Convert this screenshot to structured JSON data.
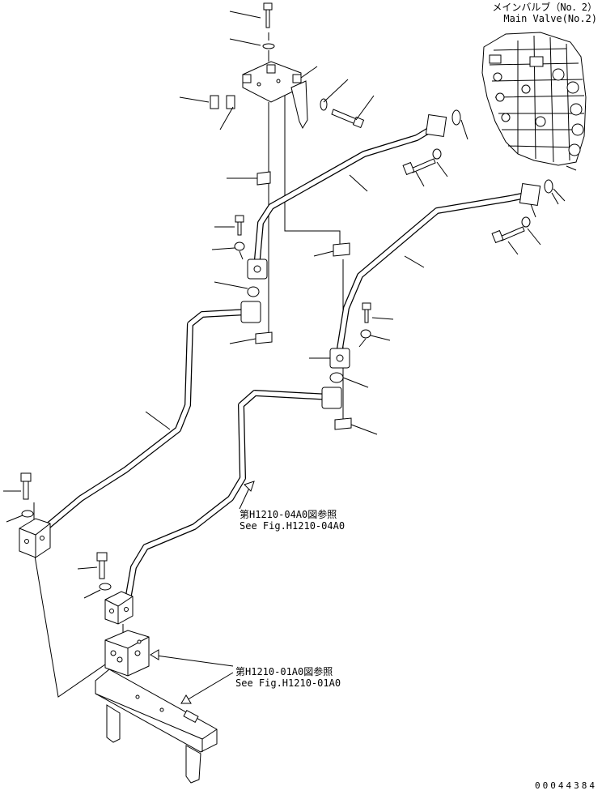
{
  "title": {
    "japanese": "メインバルブ（No．2）",
    "english": "Main Valve(No.2)"
  },
  "references": [
    {
      "japanese": "第H1210-04A0図参照",
      "english": "See Fig.H1210-04A0"
    },
    {
      "japanese": "第H1210-01A0図参照",
      "english": "See Fig.H1210-01A0"
    }
  ],
  "drawing_number": "00044384",
  "colors": {
    "line": "#000000",
    "background": "#ffffff"
  },
  "icons": [
    "bolt-icon",
    "washer-icon",
    "o-ring-icon",
    "clamp-icon",
    "flange-icon",
    "valve-block-icon",
    "bracket-icon"
  ]
}
